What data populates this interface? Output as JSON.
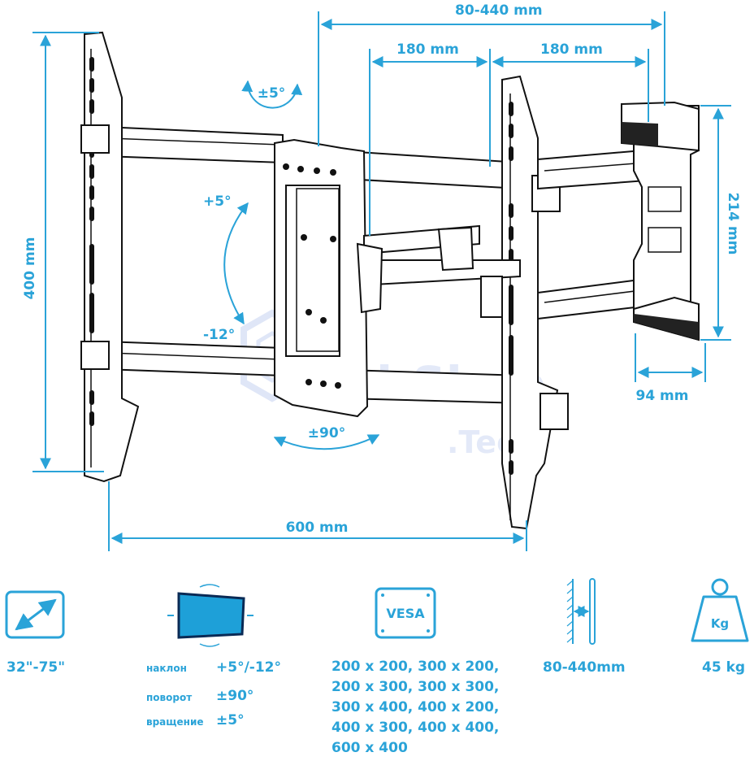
{
  "dimensions": {
    "depth_range": "80-440 mm",
    "arm_left": "180 mm",
    "arm_right": "180 mm",
    "height": "400 mm",
    "width": "600 mm",
    "wall_plate_height": "214 mm",
    "wall_plate_width": "94 mm"
  },
  "angles": {
    "rotate_top": "±5°",
    "tilt_up": "+5°",
    "tilt_down": "-12°",
    "swivel": "±90°"
  },
  "watermark": {
    "main": "Real-Shop",
    "sub": ".Tech"
  },
  "specs": {
    "screen_size": "32\"-75\"",
    "tilt_label": "наклон",
    "tilt_value": "+5°/-12°",
    "swivel_label": "поворот",
    "swivel_value": "±90°",
    "rotate_label": "вращение",
    "rotate_value": "±5°",
    "vesa_icon": "VESA",
    "vesa_list": [
      "200 x 200, 300 x 200,",
      "200 x 300, 300 x 300,",
      "300 x 400, 400 x 200,",
      "400 x 300, 400 x 400,",
      "600 x 400"
    ],
    "wall_distance": "80-440mm",
    "weight_icon": "Kg",
    "max_load": "45 kg"
  },
  "icons": [
    "diagonal-arrow-icon",
    "tilt-swivel-screen-icon",
    "vesa-icon",
    "wall-distance-icon",
    "weight-icon"
  ],
  "colors": {
    "accent": "#2aa3d8",
    "screen_fill": "#1ea0d8",
    "outline": "#111111"
  }
}
